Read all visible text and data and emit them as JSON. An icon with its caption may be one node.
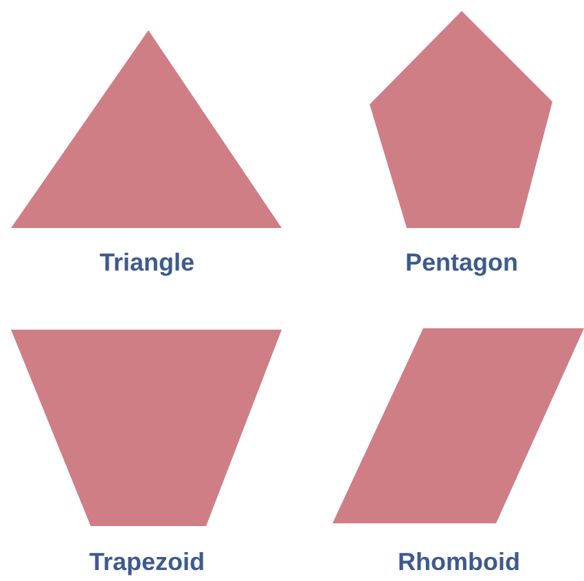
{
  "diagram": {
    "nodes": [
      {
        "text": [
          "Triangle"
        ]
      },
      {
        "text": [
          "Pentagon"
        ]
      },
      {
        "text": [
          "Trapezoid"
        ]
      },
      {
        "text": [
          "Rhomboid"
        ]
      }
    ]
  }
}
